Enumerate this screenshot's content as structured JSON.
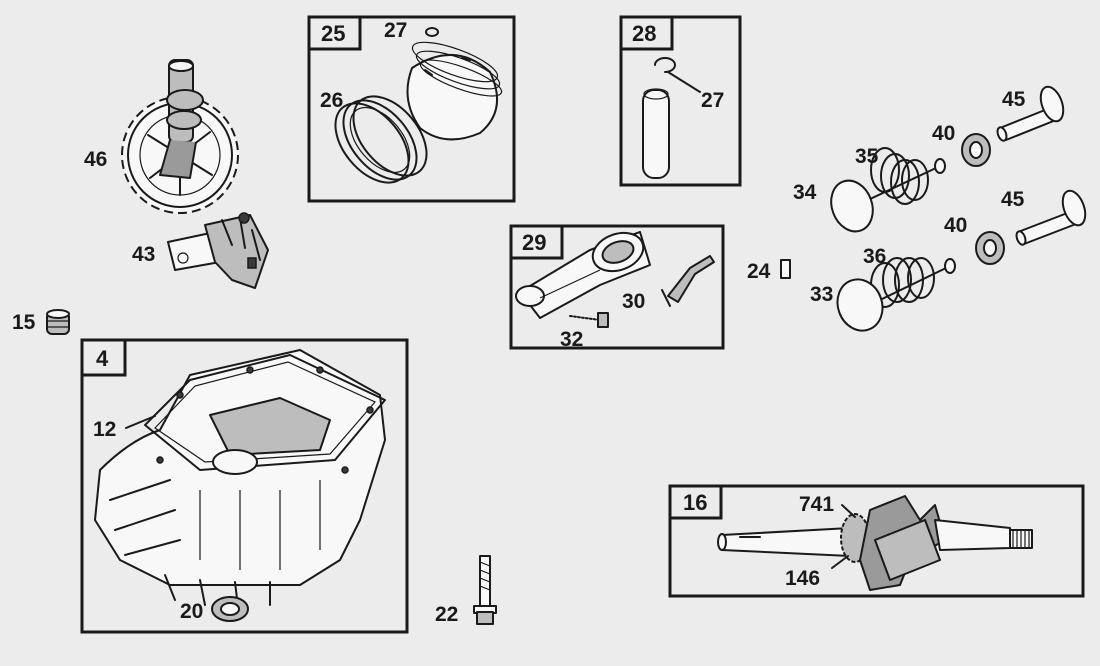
{
  "boxes": {
    "piston_group": "25",
    "pin_group": "28",
    "rod_group": "29",
    "crankcase_group": "4",
    "crankshaft_group": "16"
  },
  "labels": {
    "camshaft": "46",
    "governor": "43",
    "plug": "15",
    "piston_clip": "27",
    "rings": "26",
    "pin_clip": "27",
    "connecting_rod_dipper": "30",
    "rod_bolt": "32",
    "key": "24",
    "valve_exhaust": "34",
    "spring_top": "35",
    "valve_intake": "33",
    "spring_bottom": "36",
    "retainer_top": "40",
    "retainer_bottom": "40",
    "tappet_top": "45",
    "tappet_bottom": "45",
    "gasket": "12",
    "oil_seal": "20",
    "bolt": "22",
    "timing_gear": "741",
    "gear_key": "146"
  }
}
